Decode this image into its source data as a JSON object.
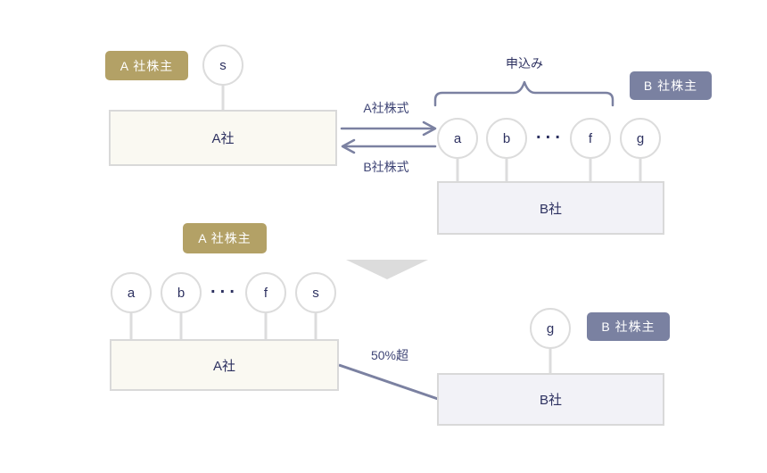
{
  "colors": {
    "badge_gold": "#b3a166",
    "badge_purple": "#7a81a1",
    "arrow_purple": "#7b81a1",
    "box_a_bg": "#faf9f2",
    "box_b_bg": "#f2f2f7",
    "box_border": "#d9d9d9",
    "circle_border": "#dcdcdc",
    "text_navy": "#2d3160",
    "triangle_gray": "#dcdcdc"
  },
  "top": {
    "a_side": {
      "badge": "A 社株主",
      "shareholder": "s",
      "company": "A社"
    },
    "exchange": {
      "to_b_label": "A社株式",
      "to_a_label": "B社株式"
    },
    "b_side": {
      "apply_label": "申込み",
      "badge": "B 社株主",
      "shareholders": [
        "a",
        "b",
        "···",
        "f",
        "g"
      ],
      "company": "B社"
    }
  },
  "bottom": {
    "a_side": {
      "badge": "A 社株主",
      "shareholders": [
        "a",
        "b",
        "···",
        "f",
        "s"
      ],
      "company": "A社"
    },
    "ownership_label": "50%超",
    "b_side": {
      "badge": "B 社株主",
      "shareholder": "g",
      "company": "B社"
    }
  }
}
